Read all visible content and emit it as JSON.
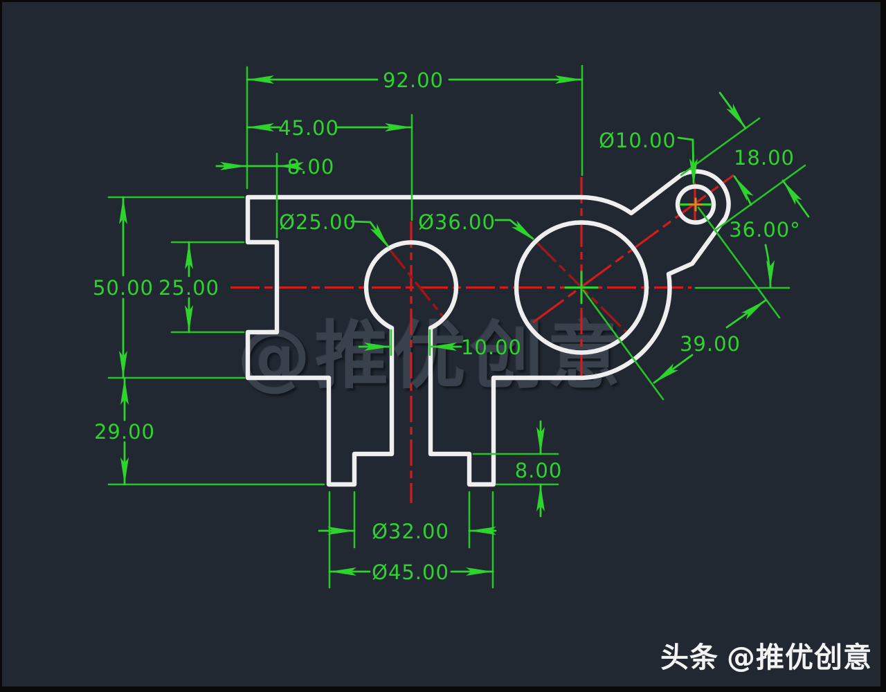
{
  "watermark": {
    "center": "@推优创意",
    "badge": "头条",
    "handle": "@推优创意"
  },
  "drawing": {
    "type": "cad-mechanical-part-2d",
    "units_format": "decimal, 2 places",
    "colors": {
      "background": "#212832",
      "outline": "#efefef",
      "dimension": "#2ed32e",
      "centerline": "#cf1d1d",
      "watermark": "#3c4450"
    },
    "dims": {
      "total_width": "92.00",
      "left_to_slot_center": "45.00",
      "notch_depth": "8.00",
      "small_hole_dia": "Ø10.00",
      "lug_width": "18.00",
      "lug_angle": "36.00°",
      "keyhole_dia": "Ø25.00",
      "big_hole_dia": "Ø36.00",
      "left_height": "50.00",
      "notch_height": "25.00",
      "slot_width": "10.00",
      "center_distance": "39.00",
      "leg_height": "29.00",
      "foot_step": "8.00",
      "feet_inner_dia": "Ø32.00",
      "feet_outer_dia": "Ø45.00"
    }
  }
}
